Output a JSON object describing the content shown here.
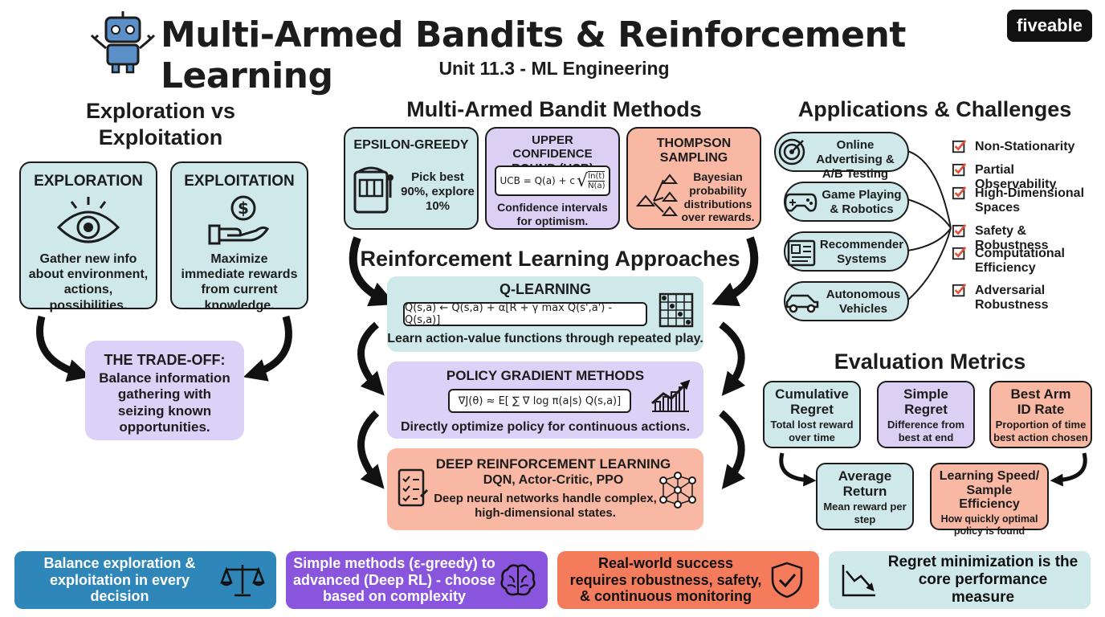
{
  "header": {
    "title": "Multi-Armed Bandits & Reinforcement Learning",
    "subtitle": "Unit 11.3 - ML Engineering",
    "brand": "fiveable",
    "robot_icon": "robot-icon"
  },
  "exploration": {
    "heading": "Exploration vs Exploitation",
    "explore_title": "EXPLORATION",
    "explore_text": "Gather new info about environment, actions, possibilities.",
    "exploit_title": "EXPLOITATION",
    "exploit_text": "Maximize immediate rewards from current knowledge.",
    "tradeoff_title": "THE TRADE-OFF:",
    "tradeoff_text": "Balance information gathering with seizing known opportunities."
  },
  "bandit": {
    "heading": "Multi-Armed Bandit Methods",
    "epsilon_title": "EPSILON-GREEDY",
    "epsilon_text": "Pick best 90%, explore 10%",
    "ucb_title": "UPPER CONFIDENCE BOUND (UCB)",
    "ucb_formula": "UCB = Q(a) + c",
    "ucb_num": "ln(t)",
    "ucb_den": "N(a)",
    "ucb_text": "Confidence intervals for optimism.",
    "thompson_title": "THOMPSON SAMPLING",
    "thompson_text": "Bayesian probability distributions over rewards."
  },
  "rl": {
    "heading": "Reinforcement Learning Approaches",
    "q_title": "Q-LEARNING",
    "q_formula": "Q(s,a) ← Q(s,a) + α[R + γ max Q(s',a') - Q(s,a)]",
    "q_text": "Learn action-value functions through repeated play.",
    "pg_title": "POLICY GRADIENT METHODS",
    "pg_formula": "∇J(θ) ≈ E[ ∑ ∇ log π(a|s) Q(s,a)]",
    "pg_text": "Directly optimize policy for continuous actions.",
    "deep_title": "DEEP REINFORCEMENT LEARNING",
    "deep_sub": "DQN, Actor-Critic, PPO",
    "deep_text": "Deep neural networks handle complex, high-dimensional states."
  },
  "applications": {
    "heading": "Applications & Challenges",
    "items": [
      "Online Advertising & A/B Testing",
      "Game Playing & Robotics",
      "Recommender Systems",
      "Autonomous Vehicles"
    ],
    "challenges": [
      "Non-Stationarity",
      "Partial Observability",
      "High-Dimensional Spaces",
      "Safety & Robustness",
      "Computational Efficiency",
      "Adversarial Robustness"
    ]
  },
  "metrics": {
    "heading": "Evaluation Metrics",
    "cum_title": "Cumulative Regret",
    "cum_text": "Total lost reward over time",
    "simple_title": "Simple Regret",
    "simple_text": "Difference from best at end",
    "best_title": "Best Arm ID Rate",
    "best_text": "Proportion of time best action chosen",
    "avg_title": "Average Return",
    "avg_text": "Mean reward per step",
    "speed_title": "Learning Speed/ Sample Efficiency",
    "speed_text": "How quickly optimal policy is found"
  },
  "banners": [
    "Balance exploration & exploitation in every decision",
    "Simple methods (ε-greedy) to advanced (Deep RL) - choose based on complexity",
    "Real-world success requires robustness, safety, & continuous monitoring",
    "Regret minimization is the core performance measure"
  ],
  "colors": {
    "teal": "#cfe9ea",
    "purple": "#dbd0f4",
    "salmon": "#f8b8a3",
    "blue_banner": "#2f86b8",
    "violet_banner": "#8a55dd",
    "orange_banner": "#f47c5c",
    "check_red": "#e0533a"
  }
}
